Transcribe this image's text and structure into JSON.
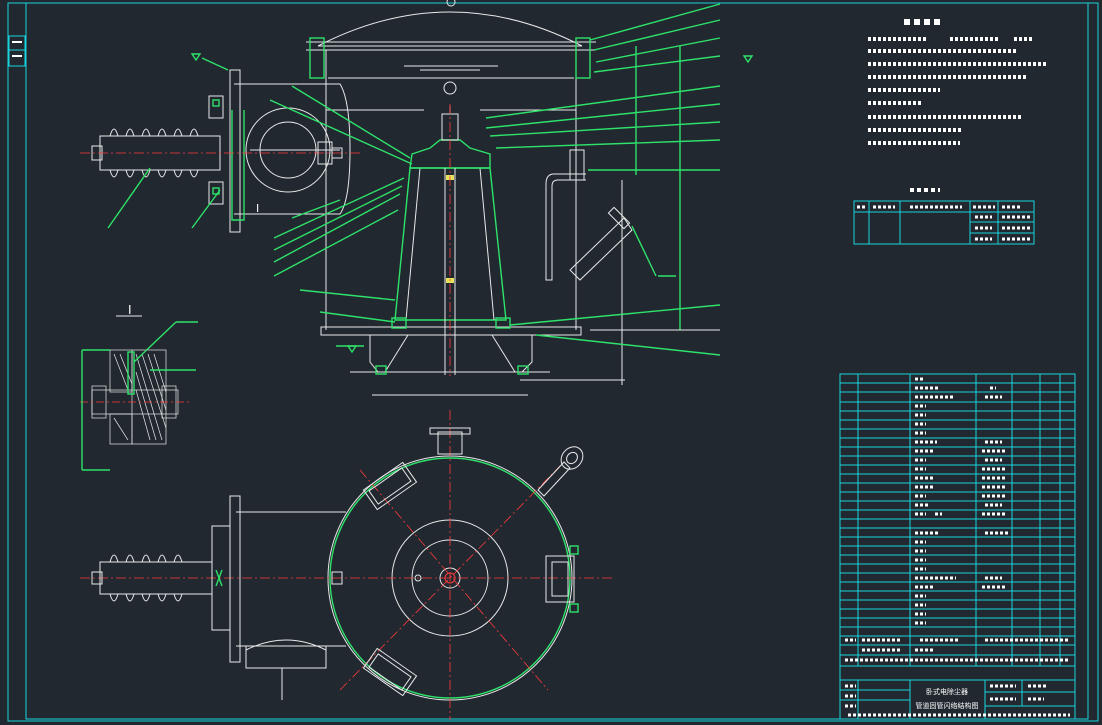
{
  "colors": {
    "background": "#212830",
    "frame": "#19d3dd",
    "outline": "#e9e9e9",
    "weld": "#2ee26a",
    "centerline": "#ff3b3b",
    "leader": "#2ee26a"
  },
  "title_block": {
    "drawing_name_line1": "卧式电除尘器",
    "drawing_name_line2": "管道固管闪络结构图"
  },
  "section_mark": "I",
  "detail_label": "I"
}
